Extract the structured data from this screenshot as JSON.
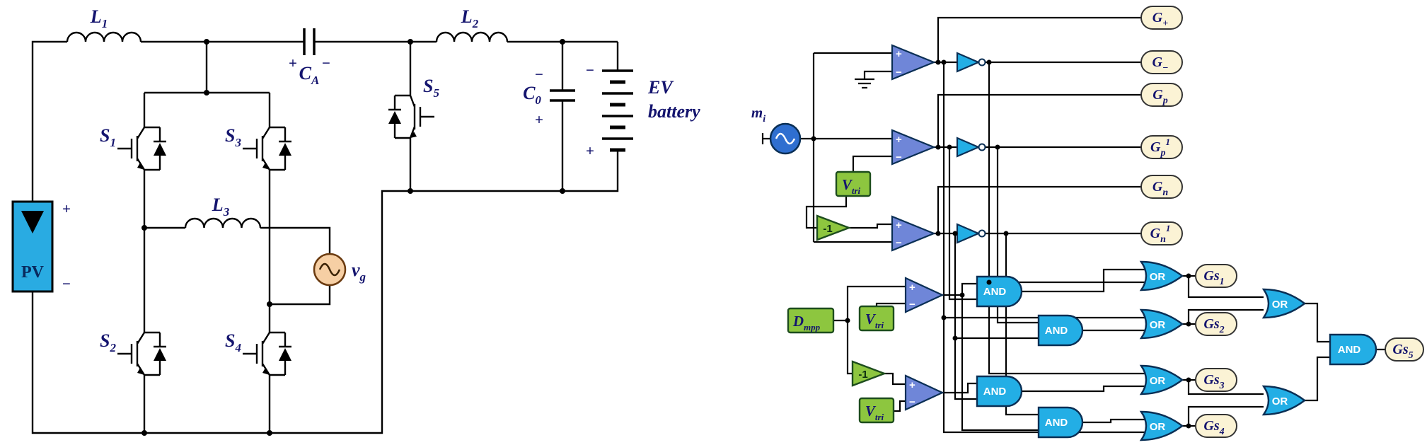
{
  "colors": {
    "wire": "#000000",
    "outline": "#0a2f55",
    "gateBlue": "#23aee5",
    "compBlue": "#6f86d8",
    "green": "#8dc63f",
    "greenEdge": "#1d4d1d",
    "cream": "#fbf3d5",
    "creamEdge": "#333333",
    "pvBlue": "#29abe2",
    "sourceBlue": "#2f6fd0",
    "vgPeach": "#f6cfa4",
    "labelNavy": "#14146e"
  },
  "circuit": {
    "pv": {
      "label": "PV"
    },
    "signs": {
      "plus": "+",
      "minus": "−"
    },
    "labels": {
      "L1": {
        "main": "L",
        "sub": "1"
      },
      "L2": {
        "main": "L",
        "sub": "2"
      },
      "L3": {
        "main": "L",
        "sub": "3"
      },
      "CA": {
        "main": "C",
        "sub": "A"
      },
      "C0": {
        "main": "C",
        "sub": "0"
      },
      "S1": {
        "main": "S",
        "sub": "1"
      },
      "S2": {
        "main": "S",
        "sub": "2"
      },
      "S3": {
        "main": "S",
        "sub": "3"
      },
      "S4": {
        "main": "S",
        "sub": "4"
      },
      "S5": {
        "main": "S",
        "sub": "5"
      },
      "vg": {
        "main": "v",
        "sub": "g"
      },
      "battery": {
        "line1": "EV",
        "line2": "battery"
      }
    }
  },
  "logic": {
    "signs": {
      "plus": "+",
      "minus": "−"
    },
    "inputs": {
      "mi": {
        "main": "m",
        "sub": "i"
      },
      "vtri": {
        "main": "V",
        "sub": "tri"
      },
      "dmpp": {
        "main": "D",
        "sub": "mpp"
      },
      "neg1": "-1"
    },
    "gates": {
      "and": "AND",
      "or": "OR"
    },
    "outputs": {
      "gplus": {
        "main": "G",
        "sub": "+"
      },
      "gminus": {
        "main": "G",
        "sub": "−"
      },
      "gp": {
        "main": "G",
        "sub": "p"
      },
      "gp1": {
        "main": "G",
        "sub": "p",
        "sup": "1"
      },
      "gn": {
        "main": "G",
        "sub": "n"
      },
      "gn1": {
        "main": "G",
        "sub": "n",
        "sup": "1"
      },
      "gs1": {
        "main": "Gs",
        "sub": "1"
      },
      "gs2": {
        "main": "Gs",
        "sub": "2"
      },
      "gs3": {
        "main": "Gs",
        "sub": "3"
      },
      "gs4": {
        "main": "Gs",
        "sub": "4"
      },
      "gs5": {
        "main": "Gs",
        "sub": "5"
      }
    }
  }
}
